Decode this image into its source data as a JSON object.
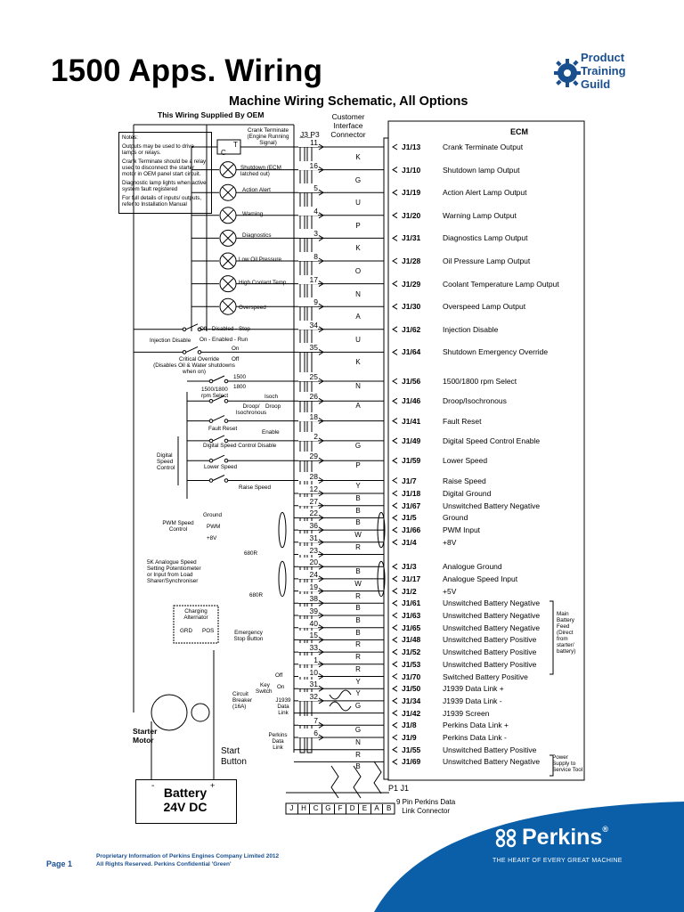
{
  "title": "1500 Apps. Wiring",
  "brand": {
    "line1": "Product",
    "line2": "Training",
    "line3": "Guild"
  },
  "subtitle": "Machine Wiring Schematic, All Options",
  "oem_label": "This Wiring Supplied By OEM",
  "cic_label": {
    "l1": "Customer",
    "l2": "Interface",
    "l3": "Connector"
  },
  "j3p3": "J3  P3",
  "ecm_title": "ECM",
  "notes": {
    "heading": "Notes:",
    "n1": "Outputs may be used to drive lamps or relays.",
    "n2": "Crank Terminate should be a relay used to disconnect the starter motor in OEM panel start circuit.",
    "n3": "Diagnostic lamp lights when active system fault registered",
    "n4": "For full details of inputs/ outputs, refer to Installation Manual"
  },
  "rows": [
    {
      "pin": "11",
      "wire": "K",
      "jpin": "J1/13",
      "signal": "Crank Terminate Output"
    },
    {
      "pin": "16",
      "wire": "G",
      "jpin": "J1/10",
      "signal": "Shutdown lamp Output"
    },
    {
      "pin": "5",
      "wire": "U",
      "jpin": "J1/19",
      "signal": "Action Alert Lamp Output"
    },
    {
      "pin": "4",
      "wire": "P",
      "jpin": "J1/20",
      "signal": "Warning Lamp Output"
    },
    {
      "pin": "3",
      "wire": "K",
      "jpin": "J1/31",
      "signal": "Diagnostics Lamp Output"
    },
    {
      "pin": "8",
      "wire": "O",
      "jpin": "J1/28",
      "signal": "Oil Pressure Lamp Output"
    },
    {
      "pin": "17",
      "wire": "N",
      "jpin": "J1/29",
      "signal": "Coolant Temperature Lamp Output"
    },
    {
      "pin": "9",
      "wire": "A",
      "jpin": "J1/30",
      "signal": "Overspeed Lamp Output"
    },
    {
      "pin": "34",
      "wire": "U",
      "jpin": "J1/62",
      "signal": "Injection Disable"
    },
    {
      "pin": "35",
      "wire": "K",
      "jpin": "J1/64",
      "signal": "Shutdown Emergency Override"
    },
    {
      "pin": "25",
      "wire": "N",
      "jpin": "J1/56",
      "signal": "1500/1800 rpm Select"
    },
    {
      "pin": "26",
      "wire": "A",
      "jpin": "J1/46",
      "signal": "Droop/Isochronous"
    },
    {
      "pin": "18",
      "wire": "",
      "jpin": "J1/41",
      "signal": "Fault Reset"
    },
    {
      "pin": "2",
      "wire": "G",
      "jpin": "J1/49",
      "signal": "Digital Speed Control Enable"
    },
    {
      "pin": "29",
      "wire": "P",
      "jpin": "J1/59",
      "signal": "Lower Speed"
    },
    {
      "pin": "28",
      "wire": "Y",
      "jpin": "J1/7",
      "signal": "Raise Speed"
    },
    {
      "pin": "12",
      "wire": "B",
      "jpin": "J1/18",
      "signal": "Digital Ground"
    },
    {
      "pin": "27",
      "wire": "B",
      "jpin": "J1/67",
      "signal": "Unswitched Battery Negative"
    },
    {
      "pin": "22",
      "wire": "B",
      "jpin": "J1/5",
      "signal": "Ground"
    },
    {
      "pin": "36",
      "wire": "W",
      "jpin": "J1/66",
      "signal": "PWM Input"
    },
    {
      "pin": "31",
      "wire": "R",
      "jpin": "J1/4",
      "signal": "+8V"
    },
    {
      "pin": "23",
      "wire": "",
      "jpin": "",
      "signal": ""
    },
    {
      "pin": "20",
      "wire": "B",
      "jpin": "J1/3",
      "signal": "Analogue Ground"
    },
    {
      "pin": "24",
      "wire": "W",
      "jpin": "J1/17",
      "signal": "Analogue Speed Input"
    },
    {
      "pin": "19",
      "wire": "R",
      "jpin": "J1/2",
      "signal": "+5V"
    },
    {
      "pin": "38",
      "wire": "B",
      "jpin": "J1/61",
      "signal": "Unswitched Battery Negative"
    },
    {
      "pin": "39",
      "wire": "B",
      "jpin": "J1/63",
      "signal": "Unswitched Battery Negative"
    },
    {
      "pin": "40",
      "wire": "B",
      "jpin": "J1/65",
      "signal": "Unswitched Battery Negative"
    },
    {
      "pin": "15",
      "wire": "R",
      "jpin": "J1/48",
      "signal": "Unswitched Battery Positive"
    },
    {
      "pin": "33",
      "wire": "R",
      "jpin": "J1/52",
      "signal": "Unswitched Battery Positive"
    },
    {
      "pin": "1",
      "wire": "R",
      "jpin": "J1/53",
      "signal": "Unswitched Battery Positive"
    },
    {
      "pin": "10",
      "wire": "Y",
      "jpin": "J1/70",
      "signal": "Switched Battery Positive"
    },
    {
      "pin": "31",
      "wire": "Y",
      "jpin": "J1/50",
      "signal": "J1939 Data Link +"
    },
    {
      "pin": "32",
      "wire": "G",
      "jpin": "J1/34",
      "signal": "J1939 Data Link -"
    },
    {
      "pin": "",
      "wire": "",
      "jpin": "J1/42",
      "signal": "J1939 Screen"
    },
    {
      "pin": "7",
      "wire": "G",
      "jpin": "J1/8",
      "signal": "Perkins Data Link +"
    },
    {
      "pin": "6",
      "wire": "N",
      "jpin": "J1/9",
      "signal": "Perkins Data Link -"
    },
    {
      "pin": "",
      "wire": "R",
      "jpin": "J1/55",
      "signal": "Unswitched Battery Positive"
    },
    {
      "pin": "",
      "wire": "B",
      "jpin": "J1/69",
      "signal": "Unswitched Battery Negative"
    }
  ],
  "side_notes": {
    "main_feed": "Main Battery Feed (Direct from starter/ battery)",
    "power_supply": "Power Supply to Service Tool"
  },
  "left_labels": {
    "crank": "Crank Terminate (Engine Running Signal)",
    "shutdown": "Shutdown (ECM latched out)",
    "action": "Action Alert",
    "warning": "Warning",
    "diag": "Diagnostics",
    "oil": "Low Oil Pressure",
    "coolant": "High Coolant Temp",
    "overspeed": "Overspeed",
    "inj_sw": "Off - Disabled - Stop",
    "inj_sw2": "On - Enabled - Run",
    "inj_label": "Injection Disable",
    "co_on": "On",
    "co_label": "Critical Override",
    "co_off": "Off",
    "co_note": "(Disables Oil & Water shutdowns when on)",
    "rpm_1500": "1500",
    "rpm_1800": "1800",
    "rpm_label": "1500/1800 rpm Select",
    "isoch": "Isoch",
    "droop": "Droop",
    "droop_label": "Droop/ Isochronous",
    "fault": "Fault Reset",
    "enable": "Enable",
    "disable": "Digital Speed Control Disable",
    "dsc": "Digital Speed Control",
    "lower": "Lower Speed",
    "raise": "Raise Speed",
    "pwm_ground": "Ground",
    "pwm": "PWM",
    "pwm_8v": "+8V",
    "pwm_label": "PWM Speed Control",
    "r680a": "680R",
    "r680b": "680R",
    "pot_label": "5K Analogue Speed Setting Potentiometer or Input from Load Sharer/Synchroniser",
    "alt": "Charging Alternator",
    "grd": "GRD",
    "pos": "POS",
    "estop": "Emergency Stop Button",
    "off": "Off",
    "key": "Key",
    "on": "On",
    "switch": "Switch",
    "cb": "Circuit Breaker (16A)",
    "j1939": "J1939 Data Link",
    "pdl": "Perkins Data Link",
    "T": "T",
    "C": "C"
  },
  "starter_label": {
    "l1": "Starter",
    "l2": "Motor"
  },
  "start_button": {
    "l1": "Start",
    "l2": "Button"
  },
  "battery": {
    "l1": "Battery",
    "l2": "24V DC",
    "neg": "-",
    "pos": "+"
  },
  "p1j1": "P1  J1",
  "conn_label": {
    "l1": "9 Pin Perkins Data",
    "l2": "Link Connector"
  },
  "conn_pins": [
    "J",
    "H",
    "C",
    "G",
    "F",
    "D",
    "E",
    "A",
    "B"
  ],
  "footer": {
    "prop1": "Proprietary Information of Perkins Engines Company Limited 2012",
    "prop2": "All Rights Reserved. Perkins Confidential 'Green'",
    "page": "Page 1",
    "perkins": "Perkins",
    "reg": "®",
    "tagline": "THE HEART OF EVERY GREAT MACHINE"
  },
  "colors": {
    "brand_blue": "#1a4f8f",
    "footer_blue": "#0a5fa8",
    "line": "#000000"
  }
}
